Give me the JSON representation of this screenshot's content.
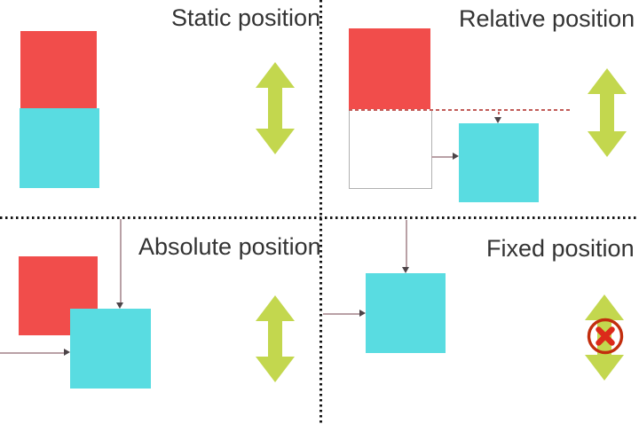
{
  "panels": {
    "static": {
      "label": "Static position"
    },
    "relative": {
      "label": "Relative position"
    },
    "absolute": {
      "label": "Absolute position"
    },
    "fixed": {
      "label": "Fixed position"
    }
  },
  "colors": {
    "box_red": "#f14d4b",
    "box_cyan": "#59dce1",
    "scroll_arrow_green": "#c3d74e",
    "label_text": "#333333",
    "divider_dots": "#161616",
    "offset_connector_line": "#b9a1a6",
    "connector_arrowhead": "#4c4448",
    "original_position_dash": "#c25c58",
    "ghost_box_border": "#b1b1b1",
    "no_scroll_ring": "#c22e0e",
    "no_scroll_x": "#dc2a1a"
  },
  "icons": {
    "scroll_arrow": "double-headed vertical arrow",
    "no_scroll": "crossed-out circle over arrow"
  }
}
